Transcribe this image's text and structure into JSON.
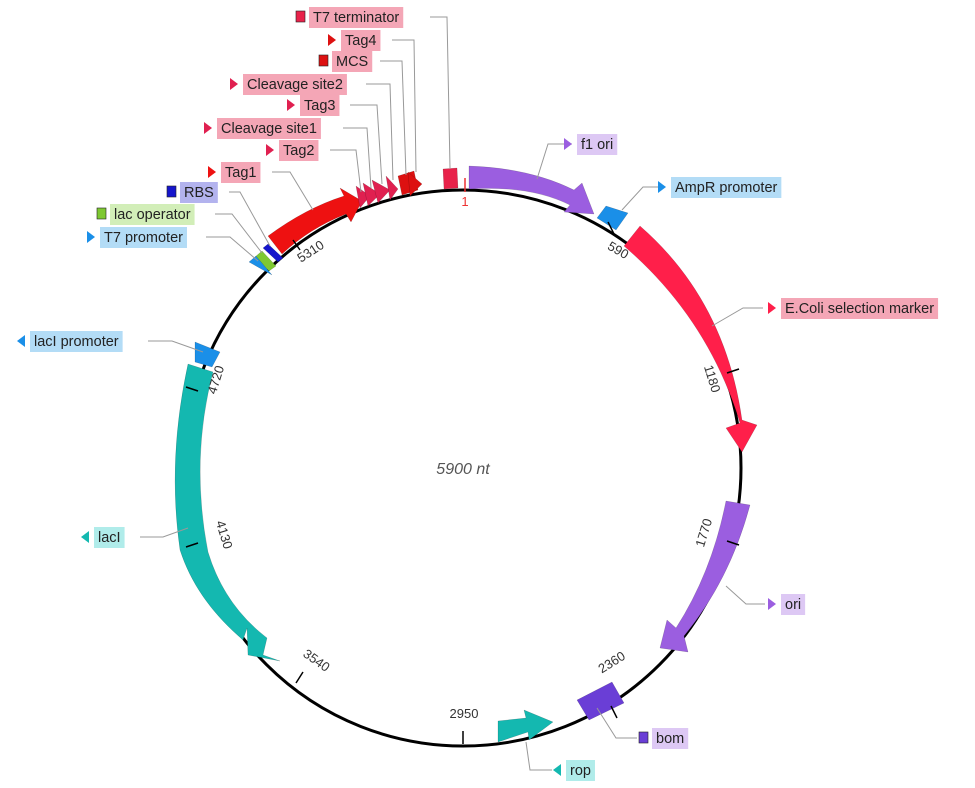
{
  "map": {
    "total_label": "5900 nt",
    "origin_label": "1",
    "ticks": [
      "590",
      "1180",
      "1770",
      "2360",
      "2950",
      "3540",
      "4130",
      "4720",
      "5310"
    ]
  },
  "features": [
    {
      "label": "T7 terminator",
      "color": "#e8224a",
      "label_bg": "#f4a6b6",
      "marker": "square"
    },
    {
      "label": "Tag4",
      "color": "#dd1111",
      "label_bg": "#f4a6b6",
      "marker": "triangle"
    },
    {
      "label": "MCS",
      "color": "#dd1111",
      "label_bg": "#f4a6b6",
      "marker": "square"
    },
    {
      "label": "Cleavage site2",
      "color": "#e02050",
      "label_bg": "#f4a6b6",
      "marker": "triangle"
    },
    {
      "label": "Tag3",
      "color": "#e02050",
      "label_bg": "#f4a6b6",
      "marker": "triangle"
    },
    {
      "label": "Cleavage site1",
      "color": "#e02050",
      "label_bg": "#f4a6b6",
      "marker": "triangle"
    },
    {
      "label": "Tag2",
      "color": "#e02050",
      "label_bg": "#f4a6b6",
      "marker": "triangle"
    },
    {
      "label": "Tag1",
      "color": "#ee1111",
      "label_bg": "#f4a6b6",
      "marker": "triangle"
    },
    {
      "label": "RBS",
      "color": "#1515cc",
      "label_bg": "#b3b3ee",
      "marker": "square"
    },
    {
      "label": "lac operator",
      "color": "#7ec832",
      "label_bg": "#d2eeb8",
      "marker": "square"
    },
    {
      "label": "T7 promoter",
      "color": "#1a8fe8",
      "label_bg": "#b3dcf6",
      "marker": "triangle"
    },
    {
      "label": "lacI promoter",
      "color": "#1a8fe8",
      "label_bg": "#b3dcf6",
      "marker": "triangle-left"
    },
    {
      "label": "lacI",
      "color": "#14b8b0",
      "label_bg": "#b0ecea",
      "marker": "triangle-left"
    },
    {
      "label": "f1 ori",
      "color": "#9b5ee0",
      "label_bg": "#ddc8f4",
      "marker": "triangle"
    },
    {
      "label": "AmpR promoter",
      "color": "#1a8fe8",
      "label_bg": "#b3dcf6",
      "marker": "triangle"
    },
    {
      "label": "E.Coli selection marker",
      "color": "#ff1f4a",
      "label_bg": "#f4a6b6",
      "marker": "triangle"
    },
    {
      "label": "ori",
      "color": "#9b5ee0",
      "label_bg": "#ddc8f4",
      "marker": "triangle"
    },
    {
      "label": "bom",
      "color": "#6a3ed6",
      "label_bg": "#ddc8f4",
      "marker": "square"
    },
    {
      "label": "rop",
      "color": "#14b8b0",
      "label_bg": "#b0ecea",
      "marker": "triangle-left"
    }
  ]
}
